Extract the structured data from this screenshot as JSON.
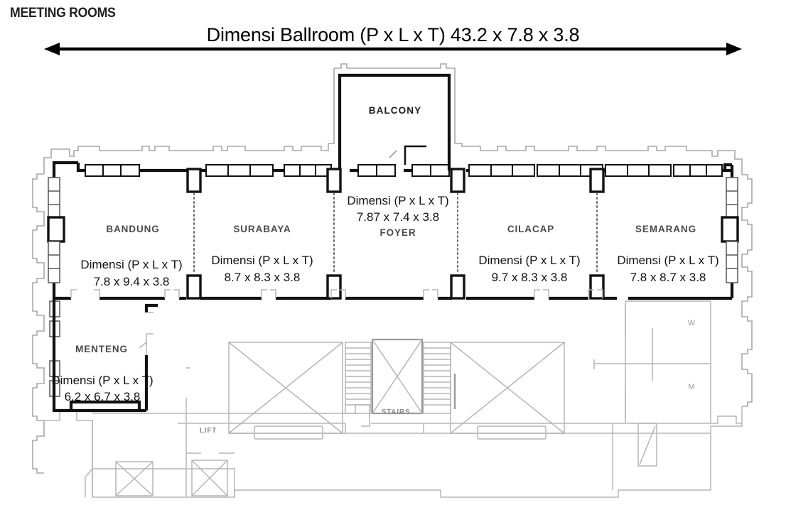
{
  "page": {
    "heading": "MEETING ROOMS",
    "overall_dimension_label": "Dimensi Ballroom (P x L x T) 43.2 x 7.8 x 3.8"
  },
  "rooms": [
    {
      "name": "BANDUNG",
      "dim_label": "Dimensi (P x L x T)",
      "dim_value": "7.8 x 9.4 x 3.8"
    },
    {
      "name": "SURABAYA",
      "dim_label": "Dimensi (P x L x T)",
      "dim_value": "8.7 x 8.3 x 3.8"
    },
    {
      "name": "FOYER",
      "dim_label": "Dimensi (P x L x T)",
      "dim_value": "7.87 x 7.4 x 3.8"
    },
    {
      "name": "CILACAP",
      "dim_label": "Dimensi (P x L x T)",
      "dim_value": "9.7 x 8.3 x 3.8"
    },
    {
      "name": "SEMARANG",
      "dim_label": "Dimensi (P x L x T)",
      "dim_value": "7.8 x 8.7 x 3.8"
    },
    {
      "name": "MENTENG",
      "dim_label": "Dimensi (P x L x T)",
      "dim_value": "6.2 x 6.7 x 3.8"
    }
  ],
  "areas": {
    "balcony": "BALCONY",
    "stairs": "STAIRS",
    "lift": "LIFT",
    "restroom_women": "W",
    "restroom_men": "M"
  },
  "colors": {
    "wall": "#111111",
    "structure": "#a8a8a8",
    "room_name": "#4a4a4a",
    "background": "#ffffff"
  }
}
